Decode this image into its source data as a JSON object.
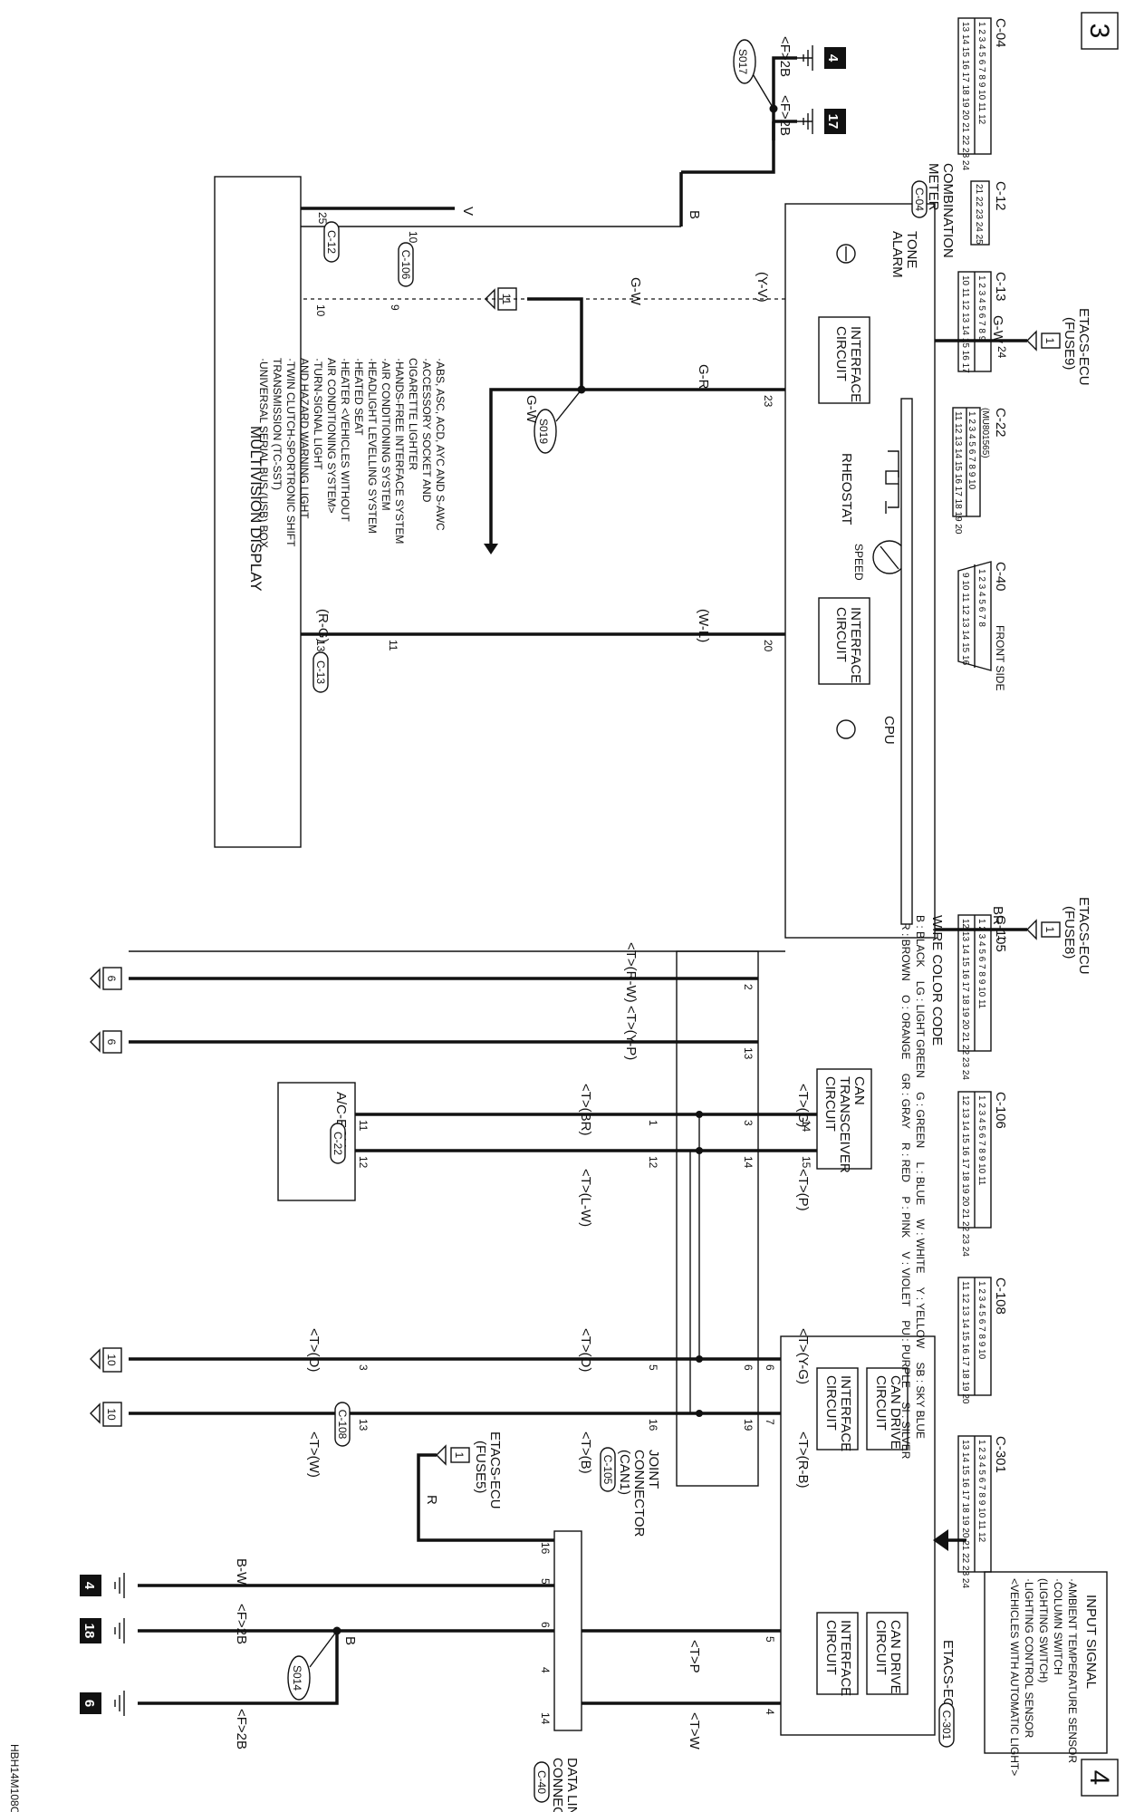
{
  "page_number_left": "3",
  "page_number_right": "4",
  "doc_code": "HBH14M108C",
  "connectors": {
    "c04": "C-04",
    "c12": "C-12",
    "c13": "C-13",
    "c22": "C-22",
    "c22_part": "(MU801565)",
    "c40": "C-40",
    "c40_side": "FRONT SIDE",
    "c105": "C-105",
    "c106": "C-106",
    "c108": "C-108",
    "c301": "C-301",
    "c04_pins_top": "1 2 3 4 5 6 7 8 9 10 11 12",
    "c04_pins_bottom": "13 14 15 16 17 18 19 20 21 22 23 24",
    "c12_pins": "21 22 23 24 25",
    "c13_pins_top": "1 2 3 4 5 6 7 8 9",
    "c13_pins_bottom": "10 11 12 13 14 15 16 17",
    "c22_pins_top": "1 2 3 4 5 6 7 8 9 10",
    "c22_pins_bottom": "11 12 13 14 15 16 17 18 19 20",
    "c40_pins_top": "1 2 3 4 5 6 7 8",
    "c40_pins_bottom": "9 10 11 12 13 14 15 16",
    "c105_pins_top": "1 2 3 4 5 6 7 8 9 10 11",
    "c105_pins_bottom": "12 13 14 15 16 17 18 19 20 21 22 23 24",
    "c106_pins_top": "1 2 3 4 5 6 7 8 9 10 11",
    "c106_pins_bottom": "12 13 14 15 16 17 18 19 20 21 22 23 24",
    "c108_pins_top": "1 2 3 4 5 6 7 8 9 10",
    "c108_pins_bottom": "11 12 13 14 15 16 17 18 19 20",
    "c301_pins_top": "1 2 3 4 5 6 7 8 9 10 11 12",
    "c301_pins_bottom": "13 14 15 16 17 18 19 20 21 22 23 24"
  },
  "components": {
    "combination_meter": [
      "COMBINATION",
      "METER"
    ],
    "tone_alarm": [
      "TONE",
      "ALARM"
    ],
    "interface_circuit": [
      "INTERFACE",
      "CIRCUIT"
    ],
    "rheostat": "RHEOSTAT",
    "speed": "SPEED",
    "cpu": "CPU",
    "can_transceiver": [
      "CAN",
      "TRANSCEIVER",
      "CIRCUIT"
    ],
    "can_drive": [
      "CAN DRIVE",
      "CIRCUIT"
    ],
    "multivision_display": "MULTIVISION DISPLAY",
    "ac_ecu": "A/C-ECU",
    "etacs_ecu": "ETACS-ECU",
    "joint_connector": [
      "JOINT",
      "CONNECTOR",
      "(CAN1)"
    ],
    "data_link_connector": [
      "DATA LINK",
      "CONNECTOR"
    ]
  },
  "fuse_sources": {
    "fuse9": [
      "ETACS-ECU",
      "(FUSE",
      "9",
      ")"
    ],
    "fuse8": [
      "ETACS-ECU",
      "(FUSE",
      "8",
      ")"
    ],
    "fuse5": [
      "ETACS-ECU",
      "(FUSE",
      "5",
      ")"
    ]
  },
  "splices": {
    "s017": "S017",
    "s019": "S019",
    "s014": "S014"
  },
  "grounds": {
    "g4a": "4",
    "g17": "17",
    "g4b": "4",
    "g18": "18",
    "g6": "6"
  },
  "refs": {
    "r1": "1",
    "r11": "11",
    "r6a": "6",
    "r6b": "6",
    "r10a": "10",
    "r10b": "10"
  },
  "wires": {
    "gw": "G-W",
    "gr": "G-R",
    "br": "BR",
    "b": "B",
    "v": "V",
    "yv": "(Y-V)",
    "rg": "(R-G)",
    "wl": "(W-L)",
    "bw": "B-W",
    "r": "R",
    "f2b": "<F>2B",
    "t_rw": "<T>(R-W)",
    "t_yp": "<T>(Y-P)",
    "t_br": "<T>(BR)",
    "t_lw": "<T>(L-W)",
    "t_g": "<T>(G)",
    "t_p": "<T>(P)",
    "t_yg": "<T>(Y-G)",
    "t_rb": "<T>(R-B)",
    "t_o": "<T>(O)",
    "t_b": "<T>(B)",
    "t_w": "<T>(W)",
    "tp": "<T>P",
    "tw": "<T>W"
  },
  "pins": {
    "p24": "24",
    "p23": "23",
    "p20": "20",
    "p1": "1",
    "p14": "14",
    "p15": "15",
    "p6": "6",
    "p7": "7",
    "p5": "5",
    "p4": "4",
    "p25": "25",
    "p10": "10",
    "p10b": "10",
    "p9": "9",
    "p11": "11",
    "p13": "13",
    "p2": "2",
    "p13b": "13",
    "p3": "3",
    "p14b": "14",
    "p6b": "6",
    "p19": "19",
    "p1b": "1",
    "p12": "12",
    "p11b": "11",
    "p12b": "12",
    "p5b": "5",
    "p16": "16",
    "p3b": "3",
    "p13c": "13",
    "p16b": "16",
    "p5c": "5",
    "p6c": "6",
    "p4b": "4",
    "p14c": "14"
  },
  "s019_list": [
    "·ABS, ASC, ACD, AYC AND S-AWC",
    "·ACCESSORY SOCKET AND",
    " CIGARETTE LIGHTER",
    "·HANDS-FREE INTERFACE SYSTEM",
    "·AIR CONDITIONING SYSTEM",
    "·HEADLIGHT LEVELLING SYSTEM",
    "·HEATED SEAT",
    "·HEATER <VEHICLES WITHOUT",
    " AIR CONDITIONING SYSTEM>",
    "·TURN-SIGNAL LIGHT",
    " AND HAZARD WARNING LIGHT",
    "·TWIN CLUTCH-SPORTRONIC SHIFT",
    " TRANSMISSION (TC-SST)",
    "·UNIVERSAL SERIAL BUS (USB) BOX"
  ],
  "input_signal": {
    "title": "INPUT SIGNAL",
    "items": [
      "·AMBIENT TEMPERATURE SENSOR",
      "·COLUMN SWITCH",
      " (LIGHTING SWITCH)",
      "·LIGHTING CONTROL SENSOR",
      " <VEHICLES WITH AUTOMATIC LIGHT>"
    ]
  },
  "wire_color_code": {
    "title": "WIRE COLOR CODE",
    "rows": [
      [
        "B : BLACK",
        "LG : LIGHT GREEN",
        "G : GREEN",
        "L : BLUE",
        "W : WHITE",
        "Y : YELLOW",
        "SB : SKY BLUE"
      ],
      [
        "BR : BROWN",
        "O : ORANGE",
        "GR : GRAY",
        "R : RED",
        "P : PINK",
        "V : VIOLET",
        "PU : PURPLE",
        "SI : SILVER"
      ]
    ]
  }
}
